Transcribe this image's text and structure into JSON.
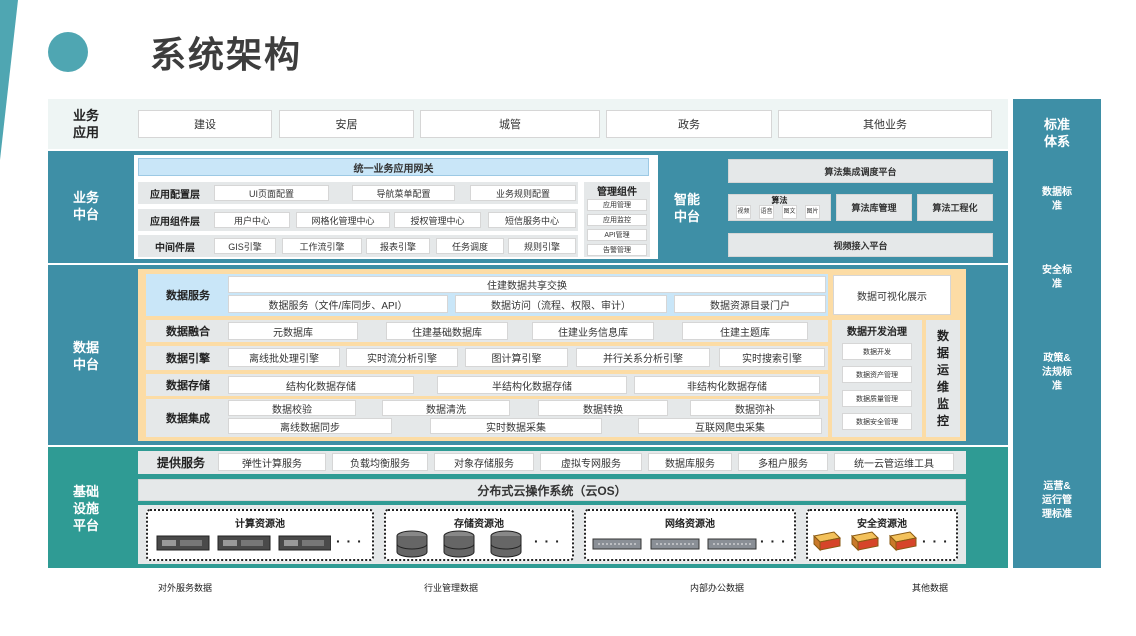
{
  "page_title": "系统架构",
  "colors": {
    "teal": "#4fa6b2",
    "teal_dark": "#3e8fa6",
    "sea_green": "#2f9b94",
    "peach": "#fcdca5",
    "light_gray": "#e5e8e9",
    "light_blue": "#c9e6f8"
  },
  "layers": {
    "business_app": {
      "label": "业务\n应用",
      "items": [
        "建设",
        "安居",
        "城管",
        "政务",
        "其他业务"
      ]
    },
    "business_platform": {
      "label": "业务\n中台",
      "gateway": "统一业务应用网关",
      "rows": [
        {
          "label": "应用配置层",
          "items": [
            "UI页面配置",
            "导航菜单配置",
            "业务规则配置"
          ]
        },
        {
          "label": "应用组件层",
          "items": [
            "用户中心",
            "网格化管理中心",
            "授权管理中心",
            "短信服务中心"
          ]
        },
        {
          "label": "中间件层",
          "items": [
            "GIS引擎",
            "工作流引擎",
            "报表引擎",
            "任务调度",
            "规则引擎"
          ]
        }
      ],
      "mgmt": {
        "title": "管理组件",
        "items": [
          "应用管理",
          "应用监控",
          "API管理",
          "告警管理"
        ]
      }
    },
    "smart_platform": {
      "label": "智能\n中台",
      "scheduling": "算法集成调度平台",
      "algo": {
        "title": "算法",
        "items": [
          "视频",
          "语音",
          "图文",
          "图片"
        ]
      },
      "algo_lib": "算法库管理",
      "algo_eng": "算法工程化",
      "video": "视频接入平台"
    },
    "data_platform": {
      "label": "数据\n中台",
      "service": {
        "label": "数据服务",
        "top": "住建数据共享交换",
        "items": [
          "数据服务（文件/库同步、API）",
          "数据访问（流程、权限、审计）",
          "数据资源目录门户"
        ],
        "visual": "数据可视化展示"
      },
      "fusion": {
        "label": "数据融合",
        "items": [
          "元数据库",
          "住建基础数据库",
          "住建业务信息库",
          "住建主题库"
        ]
      },
      "engine": {
        "label": "数据引擎",
        "items": [
          "离线批处理引擎",
          "实时流分析引擎",
          "图计算引擎",
          "并行关系分析引擎",
          "实时搜索引擎"
        ]
      },
      "storage": {
        "label": "数据存储",
        "items": [
          "结构化数据存储",
          "半结构化数据存储",
          "非结构化数据存储"
        ]
      },
      "integration": {
        "label": "数据集成",
        "row1": [
          "数据校验",
          "数据清洗",
          "数据转换",
          "数据弥补"
        ],
        "row2": [
          "离线数据同步",
          "实时数据采集",
          "互联网爬虫采集"
        ]
      },
      "governance": {
        "title": "数据开发治理",
        "items": [
          "数据开发",
          "数据资产管理",
          "数据质量管理",
          "数据安全管理"
        ]
      },
      "ops": "数\n据\n运\n维\n监\n控"
    },
    "infra": {
      "label": "基础\n设施\n平台",
      "provide": {
        "label": "提供服务",
        "items": [
          "弹性计算服务",
          "负载均衡服务",
          "对象存储服务",
          "虚拟专网服务",
          "数据库服务",
          "多租户服务",
          "统一云管运维工具"
        ]
      },
      "cloud_os": "分布式云操作系统（云OS）",
      "pools": [
        {
          "title": "计算资源池",
          "icon": "compute-server-icon"
        },
        {
          "title": "存储资源池",
          "icon": "storage-disk-icon"
        },
        {
          "title": "网络资源池",
          "icon": "network-switch-icon"
        },
        {
          "title": "安全资源池",
          "icon": "firewall-icon"
        }
      ],
      "ellipsis": "· · ·"
    }
  },
  "standards": {
    "title": "标准\n体系",
    "items": [
      "数据标\n准",
      "安全标\n准",
      "政策&\n法规标\n准",
      "运营&\n运行管\n理标准"
    ]
  },
  "footer": [
    "对外服务数据",
    "行业管理数据",
    "内部办公数据",
    "其他数据"
  ]
}
